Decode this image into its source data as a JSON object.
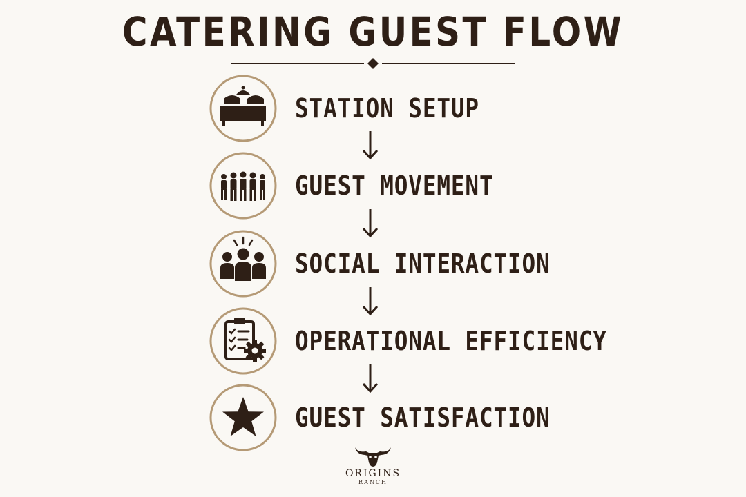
{
  "title": "CATERING GUEST FLOW",
  "steps": [
    {
      "label": "STATION SETUP",
      "icon": "buffet-station-icon"
    },
    {
      "label": "GUEST MOVEMENT",
      "icon": "guest-line-icon"
    },
    {
      "label": "SOCIAL INTERACTION",
      "icon": "group-people-icon"
    },
    {
      "label": "OPERATIONAL EFFICIENCY",
      "icon": "clipboard-gear-icon"
    },
    {
      "label": "GUEST SATISFACTION",
      "icon": "star-icon"
    }
  ],
  "logo": {
    "name": "ORIGINS",
    "sub": "RANCH",
    "icon": "longhorn-skull-icon"
  },
  "colors": {
    "ink": "#2e1f16",
    "ring": "#b59a76",
    "background": "#faf8f4"
  }
}
